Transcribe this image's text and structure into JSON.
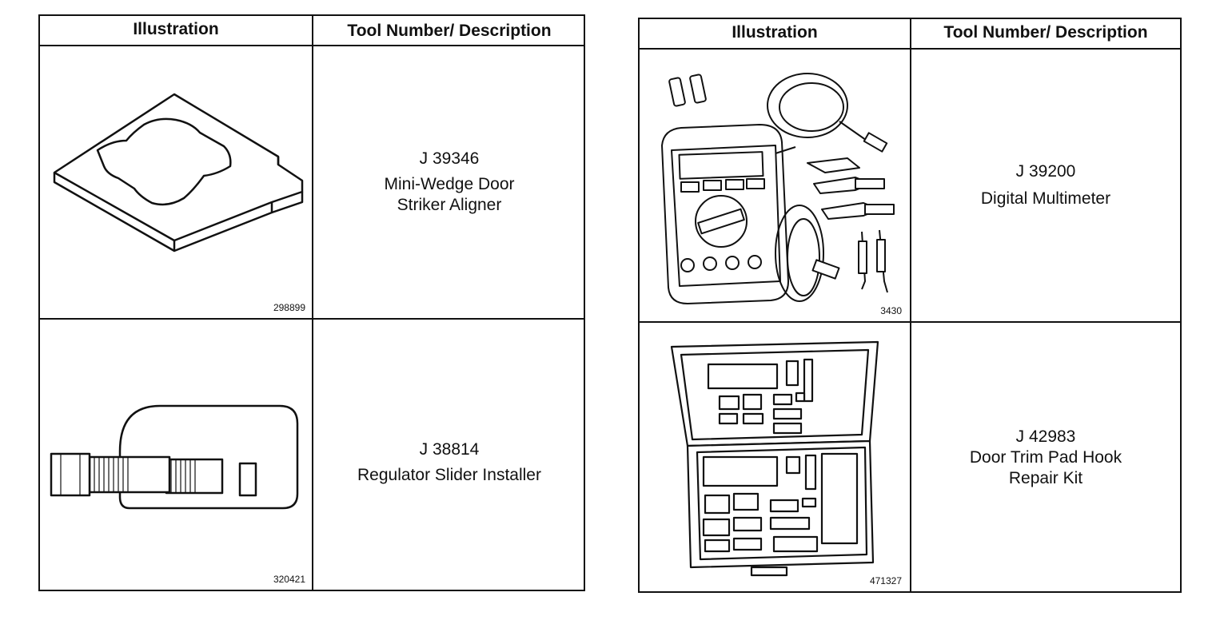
{
  "tables": [
    {
      "headers": {
        "illustration": "Illustration",
        "description": "Tool Number/ Description"
      },
      "rows": [
        {
          "figure_number": "298899",
          "tool_number": "J 39346",
          "desc_lines": [
            "Mini-Wedge Door",
            "Striker Aligner"
          ],
          "icon": "mini-wedge-icon"
        },
        {
          "figure_number": "320421",
          "tool_number": "J 38814",
          "desc_lines": [
            "Regulator Slider Installer"
          ],
          "icon": "slider-installer-icon"
        }
      ]
    },
    {
      "headers": {
        "illustration": "Illustration",
        "description": "Tool Number/ Description"
      },
      "rows": [
        {
          "figure_number": "3430",
          "tool_number": "J 39200",
          "desc_lines": [
            "Digital Multimeter"
          ],
          "icon": "multimeter-icon"
        },
        {
          "figure_number": "471327",
          "tool_number": "J 42983",
          "desc_lines": [
            "Door Trim Pad Hook",
            "Repair Kit"
          ],
          "icon": "repair-kit-case-icon"
        }
      ]
    }
  ]
}
